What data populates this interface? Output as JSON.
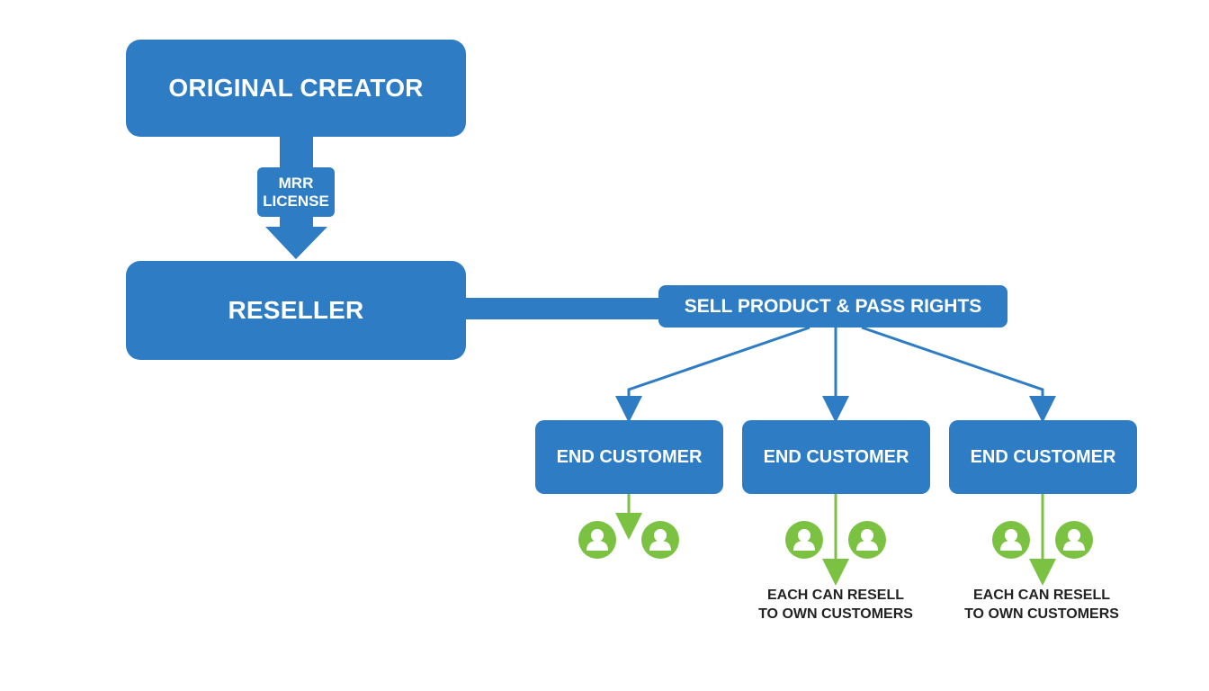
{
  "nodes": {
    "creator": "ORIGINAL CREATOR",
    "license_line1": "MRR",
    "license_line2": "LICENSE",
    "reseller": "RESELLER",
    "sell": "SELL PRODUCT & PASS RIGHTS",
    "customers": [
      "END CUSTOMER",
      "END CUSTOMER",
      "END CUSTOMER"
    ]
  },
  "notes": [
    {
      "line1": "EACH CAN RESELL",
      "line2": "TO OWN CUSTOMERS"
    },
    {
      "line1": "EACH CAN RESELL",
      "line2": "TO OWN CUSTOMERS"
    }
  ],
  "icons": {
    "customer_avatar": "person-icon"
  },
  "colors": {
    "primary_blue": "#2d7cc4",
    "green": "#7cc242",
    "text_dark": "#222222",
    "background": "#ffffff"
  }
}
